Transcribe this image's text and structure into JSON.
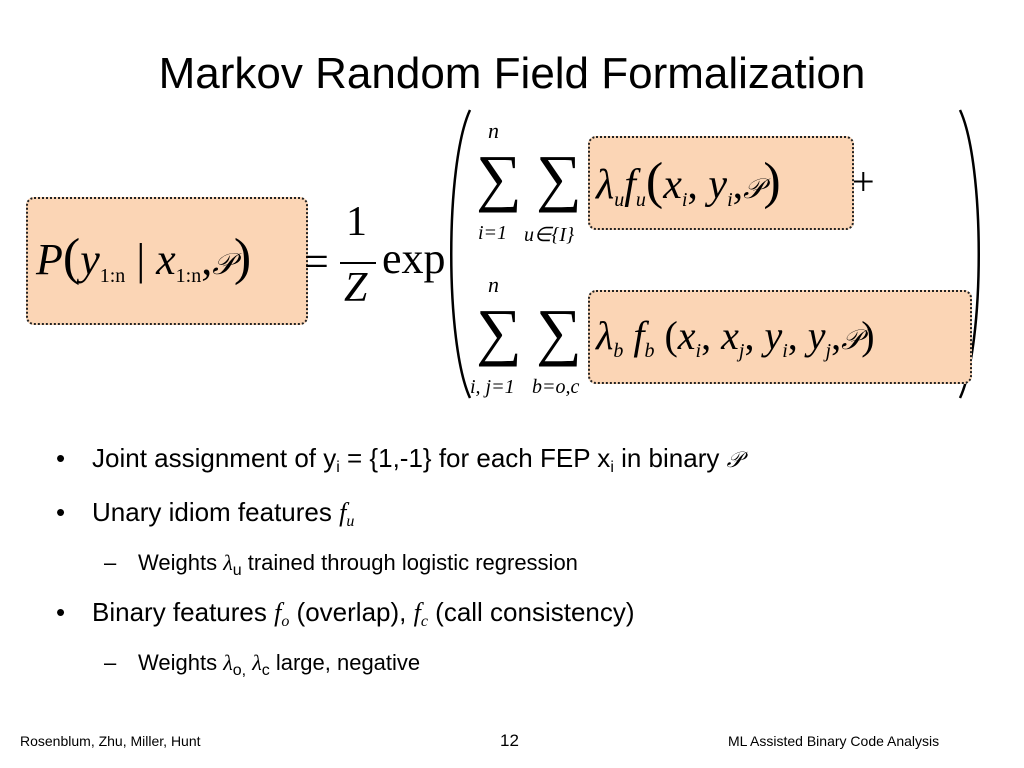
{
  "slide": {
    "title": "Markov Random Field Formalization",
    "bullets": [
      {
        "text_a": "Joint assignment of y",
        "sub_i": "i",
        "text_b": " = {1,-1} for each FEP x",
        "sub_i2": "i",
        "text_c": " in binary "
      },
      {
        "text_a": "Unary idiom features "
      },
      {
        "text_a": "Binary features ",
        "text_b": " (overlap), ",
        "text_c": " (call consistency)"
      }
    ],
    "subbullets": [
      {
        "text_a": "Weights ",
        "text_b": " trained through logistic regression",
        "sub": "u"
      },
      {
        "text_a": "Weights ",
        "sub_o": "o,",
        "sub_c": "c",
        "text_b": " large, negative"
      }
    ],
    "footer": {
      "left": "Rosenblum, Zhu, Miller, Hunt",
      "page": "12",
      "right": "ML Assisted Binary Code Analysis"
    }
  },
  "formula": {
    "P": "P",
    "y": "y",
    "x": "x",
    "sub_1n": "1:n",
    "bar": "|",
    "script_p": "𝒫",
    "comma": ",",
    "equals": "=",
    "one": "1",
    "Z": "Z",
    "exp": "exp",
    "plus": "+",
    "n": "n",
    "sigma": "∑",
    "sum1_lower": "i=1",
    "sum2_lower": "u∈{I}",
    "sum3_lower": "i, j=1",
    "sum4_lower": "b=o,c",
    "lambda": "λ",
    "f": "f",
    "u": "u",
    "b": "b",
    "xi": "x",
    "yi": "y",
    "i": "i",
    "j": "j",
    "lparen": "(",
    "rparen": ")",
    "bullet_f": "f",
    "bullet_fu_sub": "u",
    "bullet_fo_sub": "o",
    "bullet_fc_sub": "c"
  },
  "colors": {
    "box_fill": "#fbd5b5",
    "box_border": "#222222"
  }
}
